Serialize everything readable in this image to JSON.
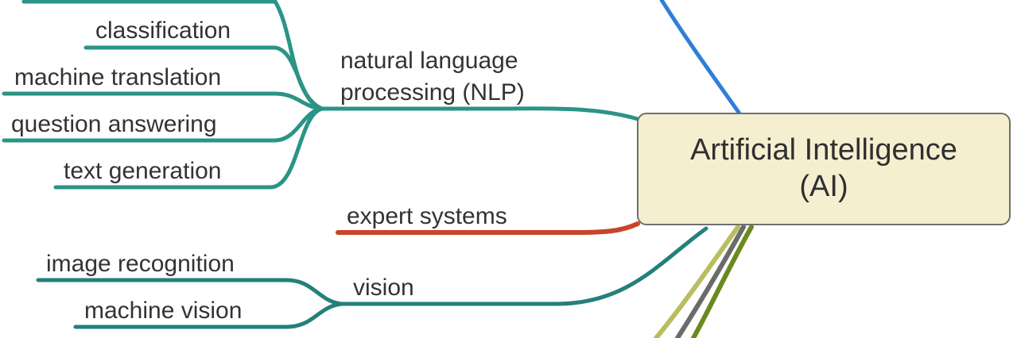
{
  "root": {
    "line1": "Artificial Intelligence",
    "line2": "(AI)",
    "fill": "#f5efd0",
    "border": "#6f6f6f"
  },
  "branches": {
    "nlp": {
      "line1": "natural language",
      "line2": "processing (NLP)",
      "color": "#2a9485",
      "children": [
        "classification",
        "machine translation",
        "question answering",
        "text generation"
      ]
    },
    "expert": {
      "label": "expert systems",
      "color": "#c8442a"
    },
    "vision": {
      "label": "vision",
      "color": "#24807a",
      "children": [
        "image recognition",
        "machine vision"
      ]
    }
  },
  "offscreen_branch_colors": [
    "#2f7fd6",
    "#b9bd5f",
    "#6b6b6b",
    "#6a8a1f"
  ]
}
